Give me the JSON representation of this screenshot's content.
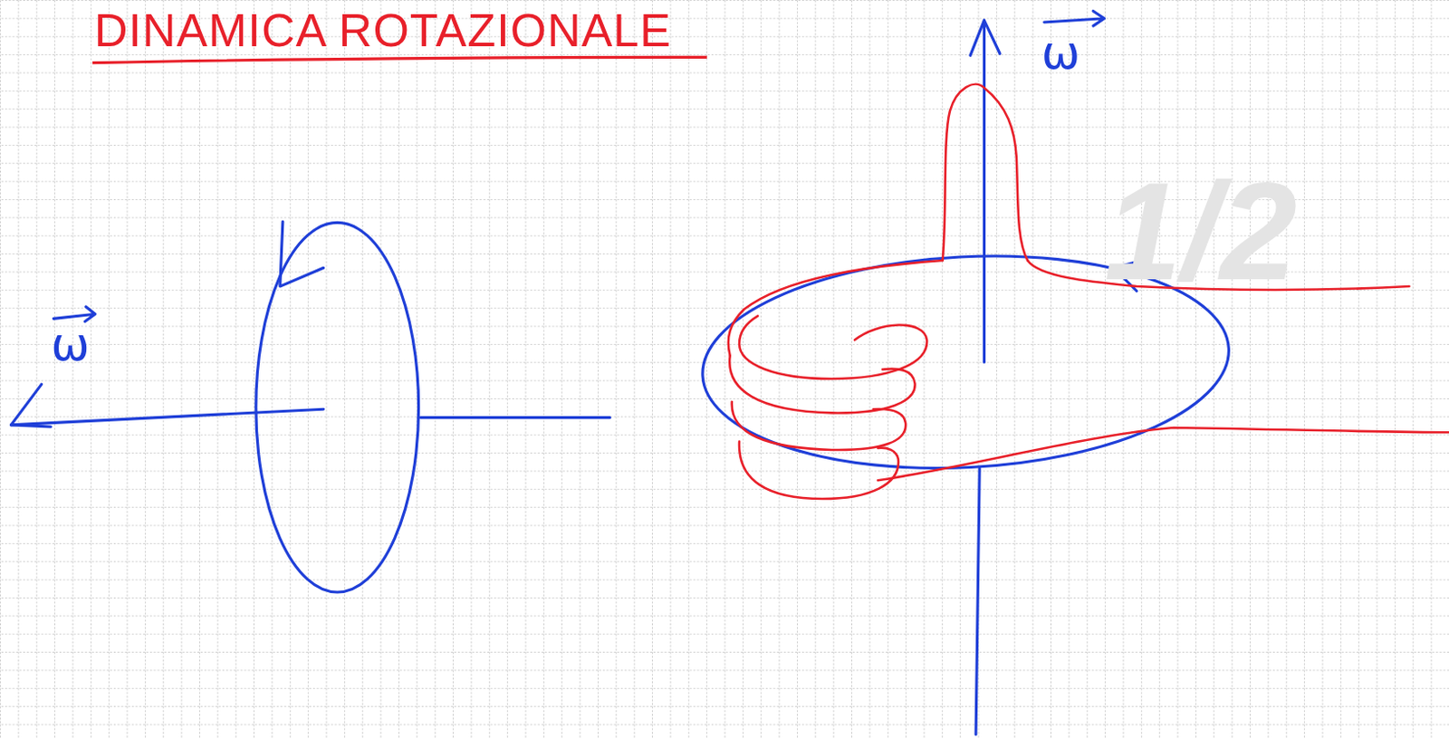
{
  "diagram": {
    "title": "DINAMICA ROTAZIONALE",
    "labels": [
      "ω",
      "ω",
      "1/2"
    ]
  }
}
